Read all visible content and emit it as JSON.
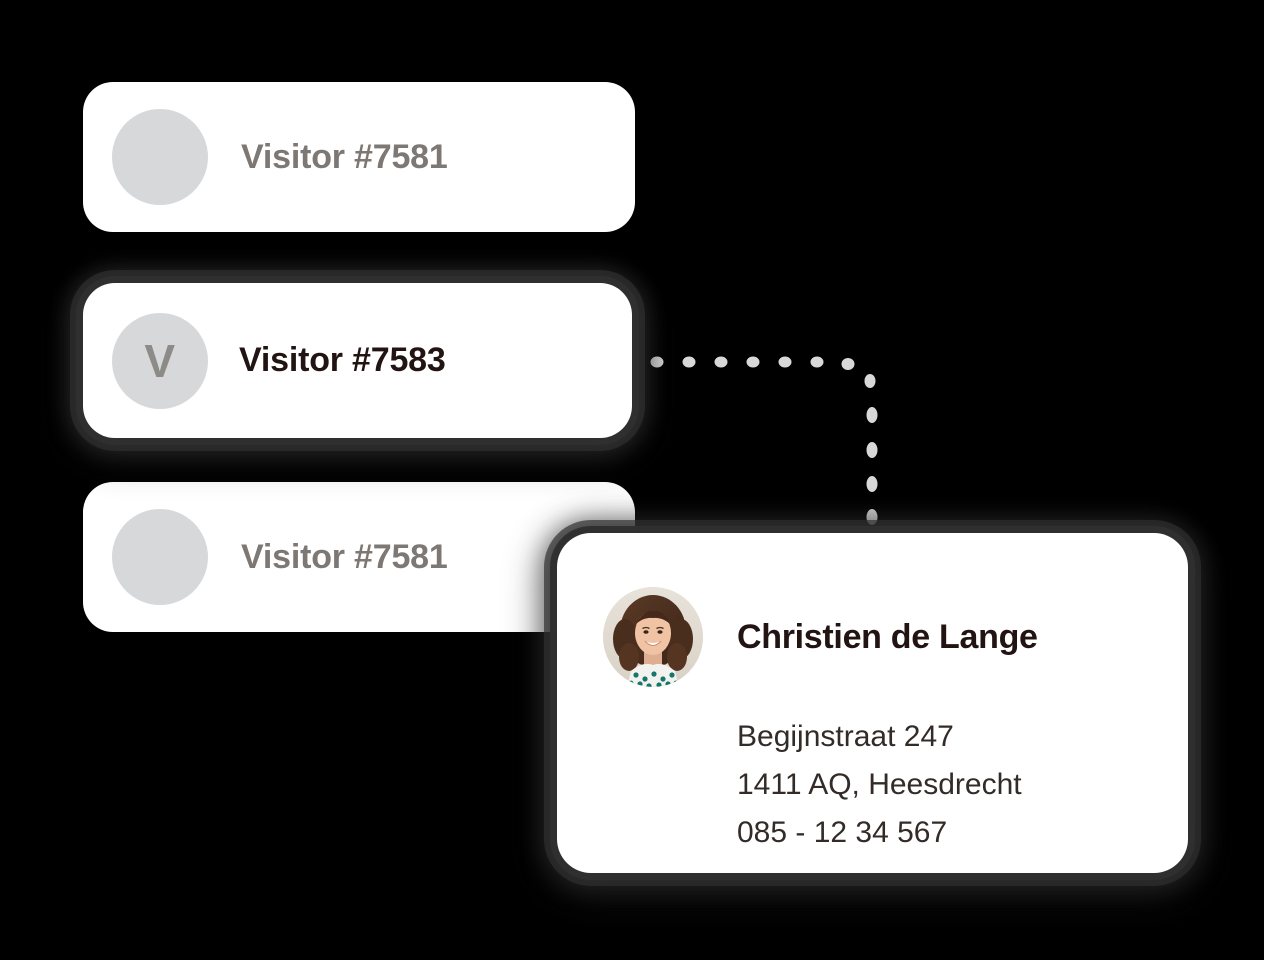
{
  "background_color": "#000000",
  "visitor_list": {
    "items": [
      {
        "label": "Visitor #7581",
        "avatar_initial": "",
        "state": "default",
        "text_color": "#7d7874",
        "avatar_color": "#d7d8d9"
      },
      {
        "label": "Visitor #7583",
        "avatar_initial": "V",
        "state": "selected",
        "text_color": "#221412",
        "avatar_color": "#d5d5d6"
      },
      {
        "label": "Visitor #7581",
        "avatar_initial": "",
        "state": "default",
        "text_color": "#7d7874",
        "avatar_color": "#d7d8d9"
      }
    ]
  },
  "connector": {
    "style": "dotted-elbow",
    "color": "#d8d8d8",
    "dot_count_horizontal": 7,
    "dot_count_vertical": 5
  },
  "detail_card": {
    "avatar_icon": "portrait-photo",
    "name": "Christien de Lange",
    "address_lines": [
      "Begijnstraat 247",
      "1411 AQ, Heesdrecht",
      "085 - 12 34 567"
    ],
    "name_color": "#221412",
    "text_color": "#332b28"
  }
}
